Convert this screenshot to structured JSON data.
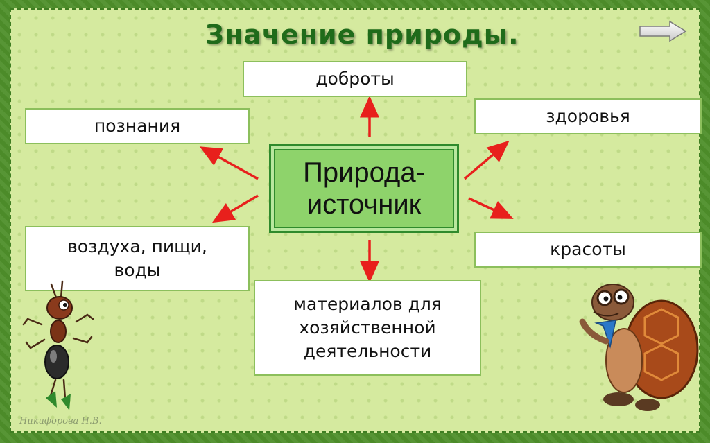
{
  "title": "Значение природы.",
  "center": {
    "line1": "Природа-",
    "line2": "источник"
  },
  "nodes": {
    "top": "доброты",
    "top_left": "познания",
    "top_right": "здоровья",
    "bottom_left_1": "воздуха, пищи,",
    "bottom_left_2": "воды",
    "bottom_right": "красоты",
    "bottom_1": "материалов для",
    "bottom_2": "хозяйственной",
    "bottom_3": "деятельности"
  },
  "credit": "Никифорова Н.В.",
  "colors": {
    "arrow": "#e8201c",
    "title": "#1f6b1a",
    "center_fill": "#8ed36b",
    "center_border": "#2f8a2c"
  },
  "icons": {
    "next": "arrow-right-icon",
    "left_character": "ant-icon",
    "right_character": "turtle-icon"
  }
}
